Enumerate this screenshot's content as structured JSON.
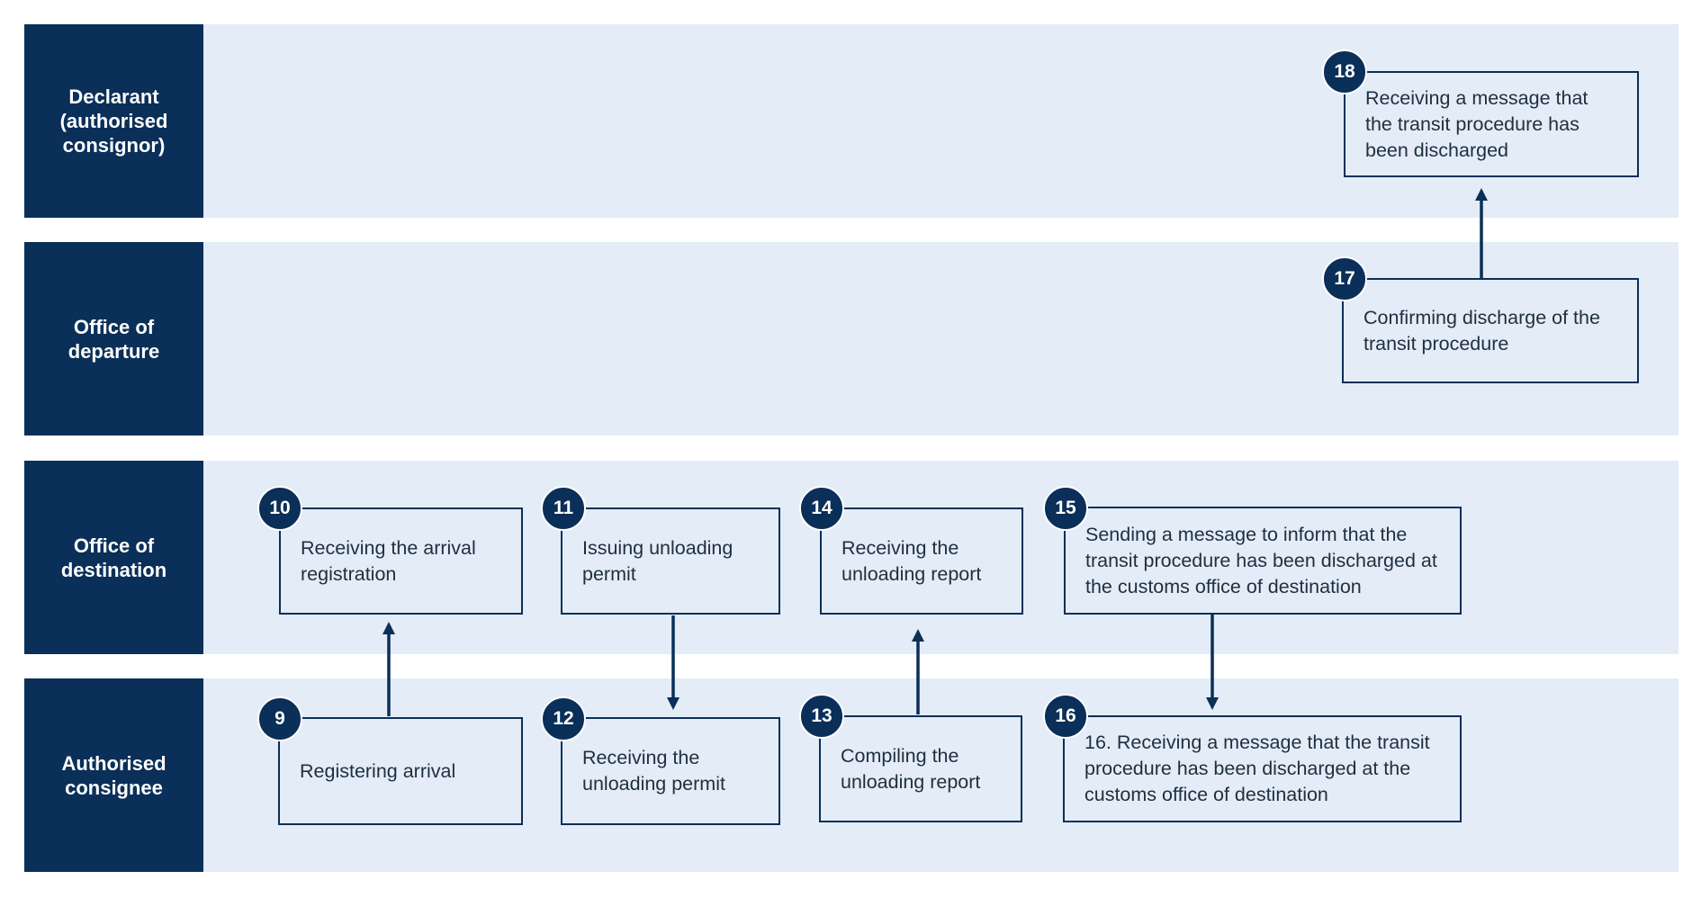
{
  "colors": {
    "lane_label": "#0a2f58",
    "lane_body": "#e4ecf7",
    "box_border": "#0a2f58",
    "badge": "#0a2f58",
    "arrow": "#0a2f58"
  },
  "lanes": [
    {
      "label": "Declarant\n(authorised\nconsignor)"
    },
    {
      "label": "Office of\ndeparture"
    },
    {
      "label": "Office of\ndestination"
    },
    {
      "label": "Authorised\nconsignee"
    }
  ],
  "steps": {
    "s9": {
      "number": "9",
      "text": "Registering arrival"
    },
    "s10": {
      "number": "10",
      "text": "Receiving the arrival registration"
    },
    "s11": {
      "number": "11",
      "text": "Issuing unloading permit"
    },
    "s12": {
      "number": "12",
      "text": "Receiving the unloading permit"
    },
    "s13": {
      "number": "13",
      "text": "Compiling the unloading report"
    },
    "s14": {
      "number": "14",
      "text": "Receiving the unloading report"
    },
    "s15": {
      "number": "15",
      "text": "Sending a message to inform that the transit procedure has been discharged at the customs office of destination"
    },
    "s16": {
      "number": "16",
      "text": "16. Receiving a message that the transit procedure has been discharged at the customs office of destination"
    },
    "s17": {
      "number": "17",
      "text": "Confirming discharge of the transit procedure"
    },
    "s18": {
      "number": "18",
      "text": "Receiving a message that the transit procedure has been discharged"
    }
  }
}
